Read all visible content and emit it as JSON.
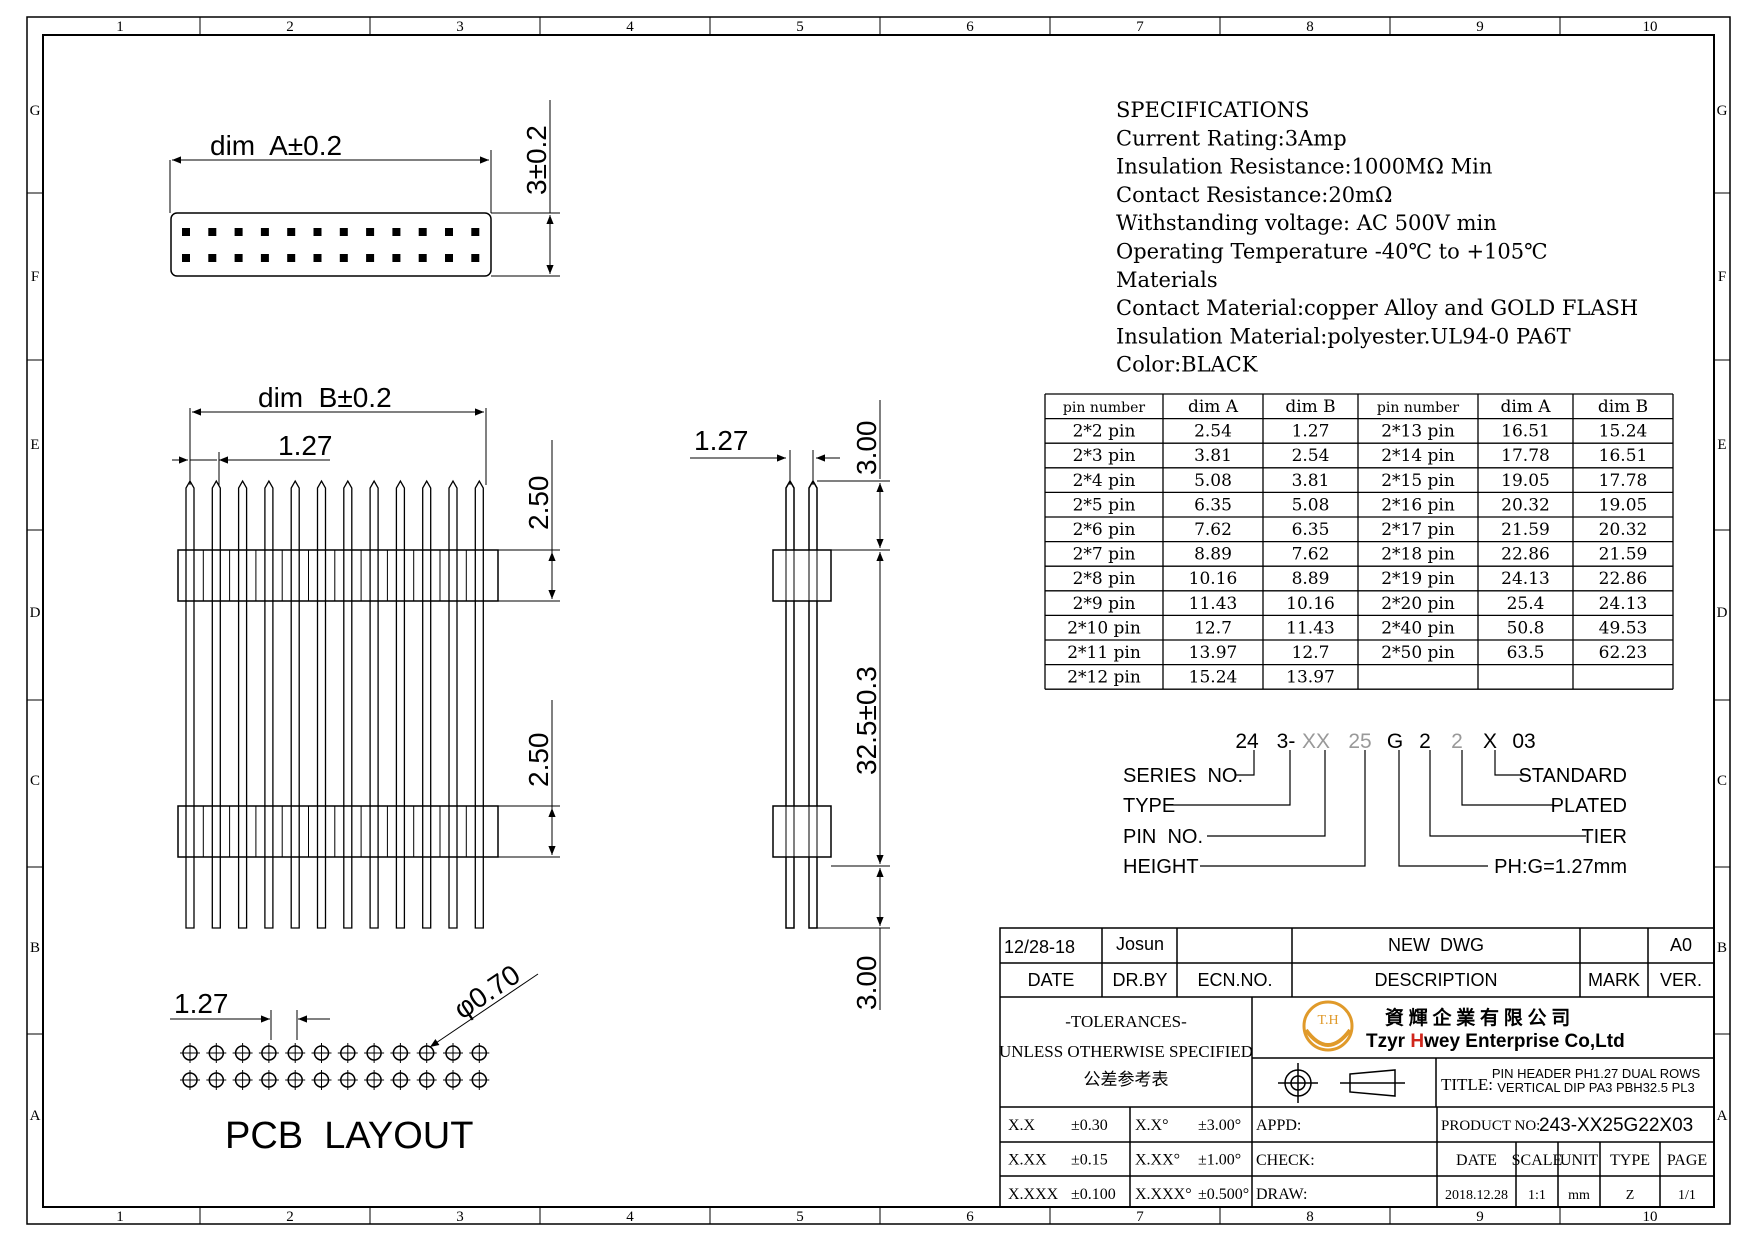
{
  "frame": {
    "col_labels": [
      "1",
      "2",
      "3",
      "4",
      "5",
      "6",
      "7",
      "8",
      "9",
      "10"
    ],
    "row_labels": [
      "G",
      "F",
      "E",
      "D",
      "C",
      "B",
      "A"
    ]
  },
  "specs": {
    "lines": [
      "SPECIFICATIONS",
      "Current Rating:3Amp",
      "Insulation Resistance:1000MΩ Min",
      "Contact Resistance:20mΩ",
      "Withstanding voltage: AC 500V min",
      "Operating Temperature -40℃ to +105℃",
      "Materials",
      "Contact Material:copper Alloy and GOLD FLASH",
      "Insulation Material:polyester.UL94-0 PA6T",
      "Color:BLACK"
    ]
  },
  "dim_table": {
    "headers": [
      "pin number",
      "dim A",
      "dim B",
      "pin number",
      "dim A",
      "dim B"
    ],
    "rows": [
      [
        "2*2 pin",
        "2.54",
        "1.27",
        "2*13 pin",
        "16.51",
        "15.24"
      ],
      [
        "2*3 pin",
        "3.81",
        "2.54",
        "2*14 pin",
        "17.78",
        "16.51"
      ],
      [
        "2*4 pin",
        "5.08",
        "3.81",
        "2*15 pin",
        "19.05",
        "17.78"
      ],
      [
        "2*5 pin",
        "6.35",
        "5.08",
        "2*16 pin",
        "20.32",
        "19.05"
      ],
      [
        "2*6 pin",
        "7.62",
        "6.35",
        "2*17 pin",
        "21.59",
        "20.32"
      ],
      [
        "2*7 pin",
        "8.89",
        "7.62",
        "2*18 pin",
        "22.86",
        "21.59"
      ],
      [
        "2*8 pin",
        "10.16",
        "8.89",
        "2*19 pin",
        "24.13",
        "22.86"
      ],
      [
        "2*9 pin",
        "11.43",
        "10.16",
        "2*20 pin",
        "25.4",
        "24.13"
      ],
      [
        "2*10 pin",
        "12.7",
        "11.43",
        "2*40 pin",
        "50.8",
        "49.53"
      ],
      [
        "2*11 pin",
        "13.97",
        "12.7",
        "2*50 pin",
        "63.5",
        "62.23"
      ],
      [
        "2*12 pin",
        "15.24",
        "13.97",
        "",
        "",
        ""
      ]
    ]
  },
  "part_code": {
    "parts": [
      "24",
      "3-",
      "XX",
      "25",
      "G",
      "2",
      "2",
      "X",
      "03"
    ],
    "labels_left": [
      "SERIES  NO.",
      "TYPE",
      "PIN  NO.",
      "HEIGHT"
    ],
    "labels_right": [
      "STANDARD",
      "PLATED",
      "TIER",
      "PH:G=1.27mm"
    ]
  },
  "dims": {
    "dimA": "dim  A±0.2",
    "h3": "3±0.2",
    "dimB": "dim  B±0.2",
    "pitch": "1.27",
    "d250": "2.50",
    "d300": "3.00",
    "d325": "32.5±0.3",
    "hole": "φ0.70",
    "pcb_title": "PCB  LAYOUT"
  },
  "title_block": {
    "date_val": "12/28-18",
    "drby_val": "Josun",
    "desc_val": "NEW  DWG",
    "ver_val": "A0",
    "date_lbl": "DATE",
    "drby_lbl": "DR.BY",
    "ecn_lbl": "ECN.NO.",
    "desc_lbl": "DESCRIPTION",
    "mark_lbl": "MARK",
    "ver_lbl": "VER.",
    "tol1": "-TOLERANCES-",
    "tol2": "UNLESS OTHERWISE SPECIFIED",
    "tol3": "公差参考表",
    "company_cn": "資 輝 企 業 有 限 公 司",
    "company_en_pre": "Tzyr ",
    "company_en_h": "H",
    "company_en_post": "wey Enterprise Co,Ltd",
    "logo_text": "T.H",
    "title_lbl": "TITLE:",
    "title_l1": "PIN HEADER PH1.27 DUAL ROWS",
    "title_l2": "VERTICAL DIP PA3 PBH32.5 PL3",
    "tol_rows": [
      [
        "X.X",
        "±0.30",
        "X.X°",
        "±3.00°"
      ],
      [
        "X.XX",
        "±0.15",
        "X.XX°",
        "±1.00°"
      ],
      [
        "X.XXX",
        "±0.100",
        "X.XXX°",
        "±0.500°"
      ]
    ],
    "appd": "APPD:",
    "check": "CHECK:",
    "draw": "DRAW:",
    "product_lbl": "PRODUCT NO:",
    "product_no": "243-XX25G22X03",
    "meta_headers": [
      "DATE",
      "SCALE",
      "UNIT",
      "TYPE",
      "PAGE"
    ],
    "meta_values": [
      "2018.12.28",
      "1:1",
      "mm",
      "Z",
      "1/1"
    ]
  }
}
